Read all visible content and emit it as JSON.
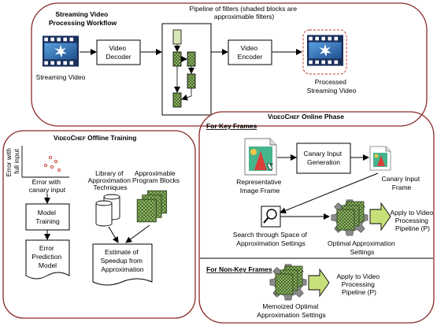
{
  "workflow": {
    "title_line1": "Streaming Video",
    "title_line2": "Processing Workflow",
    "pipeline_caption_line1": "Pipeline of filters (shaded blocks are",
    "pipeline_caption_line2": "approximable filters)",
    "input_label": "Streaming Video",
    "decoder_line1": "Video",
    "decoder_line2": "Decoder",
    "encoder_line1": "Video",
    "encoder_line2": "Encoder",
    "output_line1": "Processed",
    "output_line2": "Streaming Video"
  },
  "offline": {
    "title_prefix": "V",
    "title_smallcaps": "IDEO",
    "title_prefix2": "C",
    "title_smallcaps2": "HEF",
    "title_suffix": " Offline Training",
    "yaxis_line1": "Error with",
    "yaxis_line2": "full input",
    "xaxis_line1": "Error with",
    "xaxis_line2": "canary input",
    "model_training_line1": "Model",
    "model_training_line2": "Training",
    "error_model_line1": "Error",
    "error_model_line2": "Prediction",
    "error_model_line3": "Model",
    "library_line1": "Library of",
    "library_line2": "Approximation",
    "library_line3": "Techniques",
    "blocks_line1": "Approximable",
    "blocks_line2": "Program Blocks",
    "estimate_line1": "Estimate of",
    "estimate_line2": "Speedup from",
    "estimate_line3": "Approximation"
  },
  "online": {
    "title_prefix": "V",
    "title_smallcaps": "IDEO",
    "title_prefix2": "C",
    "title_smallcaps2": "HEF",
    "title_suffix": " Online Phase",
    "key_frames_header": "For Key Frames",
    "rep_frame_line1": "Representative",
    "rep_frame_line2": "Image Frame",
    "canary_gen_line1": "Canary Input",
    "canary_gen_line2": "Generation",
    "canary_frame_line1": "Canary Input",
    "canary_frame_line2": "Frame",
    "search_line1": "Search through Space of",
    "search_line2": "Approximation Settings",
    "optimal_line1": "Optimal Approximation",
    "optimal_line2": "Settings",
    "apply_key_line1": "Apply to Video",
    "apply_key_line2": "Processing",
    "apply_key_line3": "Pipeline (P)",
    "non_key_header": "For Non-Key Frames",
    "memo_line1": "Memoized Optimal",
    "memo_line2": "Approximation Settings",
    "apply_nonkey_line1": "Apply to Video",
    "apply_nonkey_line2": "Processing",
    "apply_nonkey_line3": "Pipeline (P)"
  },
  "colors": {
    "border": "#8b2a2a",
    "video_blue": "#2a6bb3",
    "approx_green": "#8fb26a",
    "arrow_green": "#c8e07a",
    "gear_gray": "#8a8a8a",
    "processed_dash": "#c0392b"
  }
}
